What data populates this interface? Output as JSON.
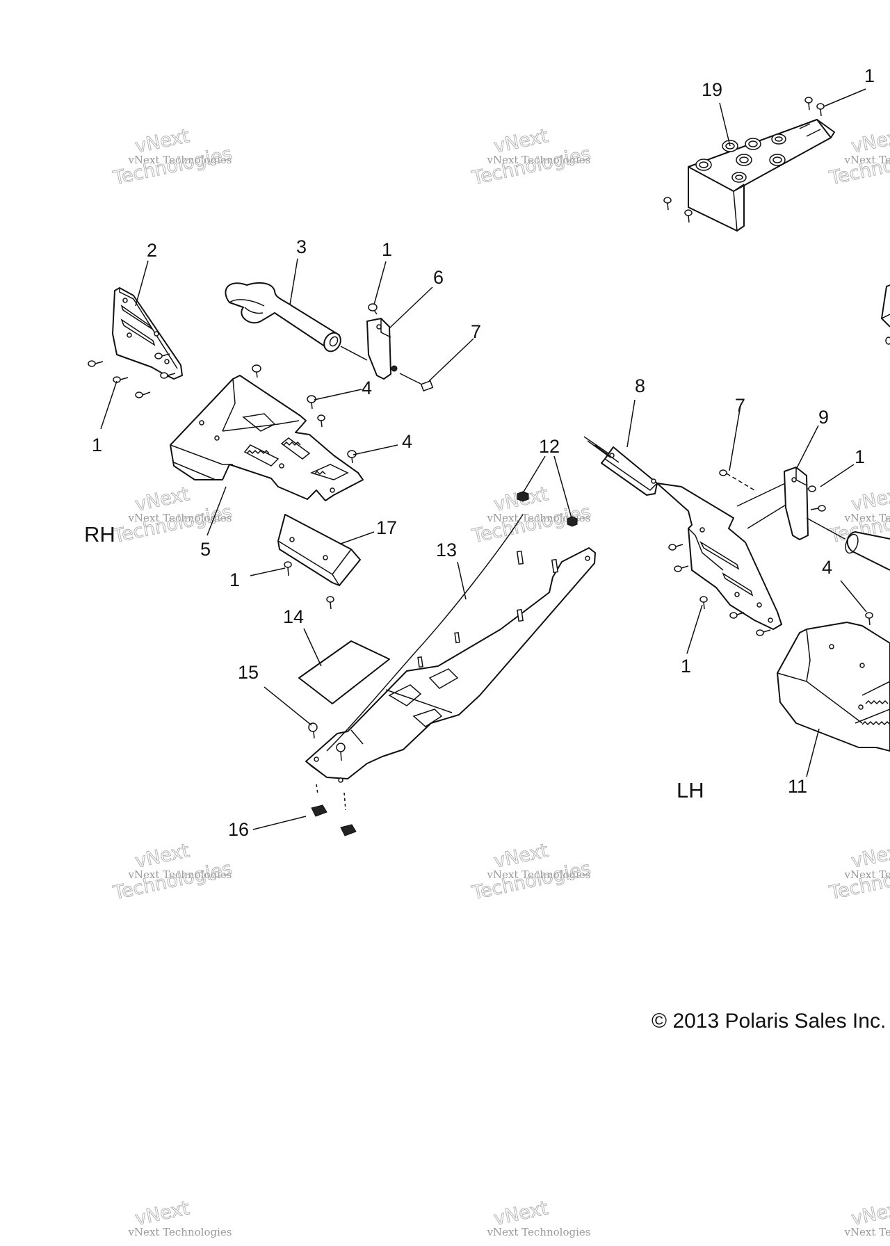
{
  "diagram": {
    "side_labels": {
      "right": "RH",
      "left": "LH"
    },
    "copyright": "© 2013 Polaris Sales Inc.",
    "watermark": {
      "line1": "vNext Technologies",
      "line2": "Technologies",
      "overlay": "vNext"
    },
    "callouts": {
      "c1_top_right": "1",
      "c19": "19",
      "c2": "2",
      "c3": "3",
      "c1_a": "1",
      "c6": "6",
      "c7_a": "7",
      "c1_b": "1",
      "c4_a": "4",
      "c4_b": "4",
      "c5": "5",
      "c17": "17",
      "c1_c": "1",
      "c13": "13",
      "c12": "12",
      "c14": "14",
      "c15": "15",
      "c16": "16",
      "c8": "8",
      "c7_b": "7",
      "c9": "9",
      "c1_d": "1",
      "c4_c": "4",
      "c1_e": "1",
      "c11": "11"
    }
  }
}
